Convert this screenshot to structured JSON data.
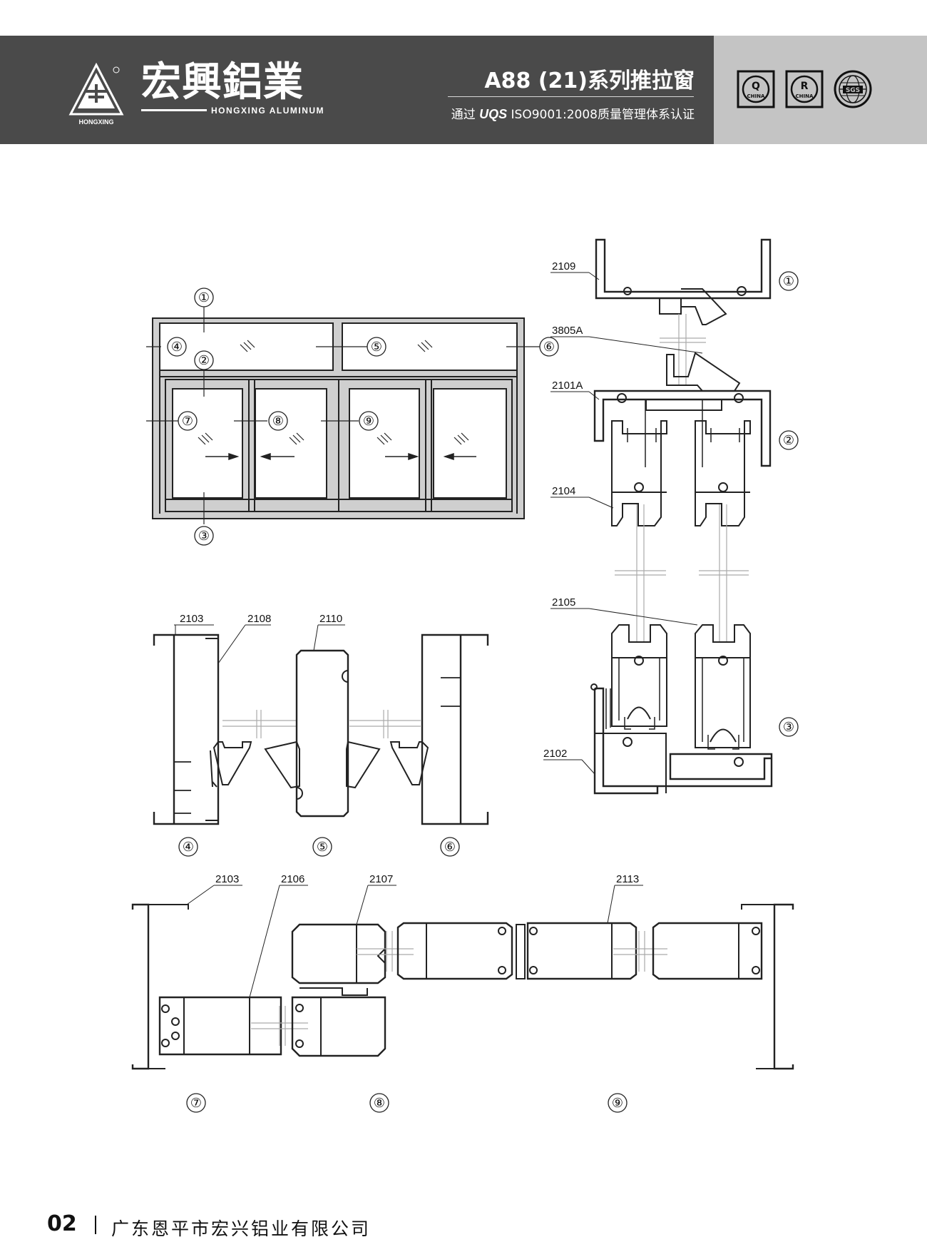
{
  "header": {
    "brand_cn": "宏興鋁業",
    "brand_en": "HONGXING ALUMINUM",
    "logo_caption": "HONGXING",
    "series_title": "A88 (21)系列推拉窗",
    "cert_prefix": "通过",
    "cert_mark": "UQS",
    "cert_suffix": "ISO9001:2008质量管理体系认证",
    "badges": [
      {
        "letter": "Q",
        "caption": "CHINA",
        "icon": "q-china-cert-icon"
      },
      {
        "letter": "R",
        "caption": "CHINA",
        "icon": "r-china-cert-icon"
      },
      {
        "letter": "SGS",
        "caption": "",
        "icon": "sgs-globe-icon"
      }
    ]
  },
  "diagram": {
    "section_markers": [
      "①",
      "②",
      "③",
      "④",
      "⑤",
      "⑥",
      "⑦",
      "⑧",
      "⑨"
    ],
    "part_labels": {
      "p2109": "2109",
      "p3805A": "3805A",
      "p2101A": "2101A",
      "p2104": "2104",
      "p2105": "2105",
      "p2102": "2102",
      "p2103a": "2103",
      "p2108": "2108",
      "p2110": "2110",
      "p2103b": "2103",
      "p2106": "2106",
      "p2107": "2107",
      "p2113": "2113"
    }
  },
  "footer": {
    "page_number": "02",
    "company": "广东恩平市宏兴铝业有限公司"
  }
}
